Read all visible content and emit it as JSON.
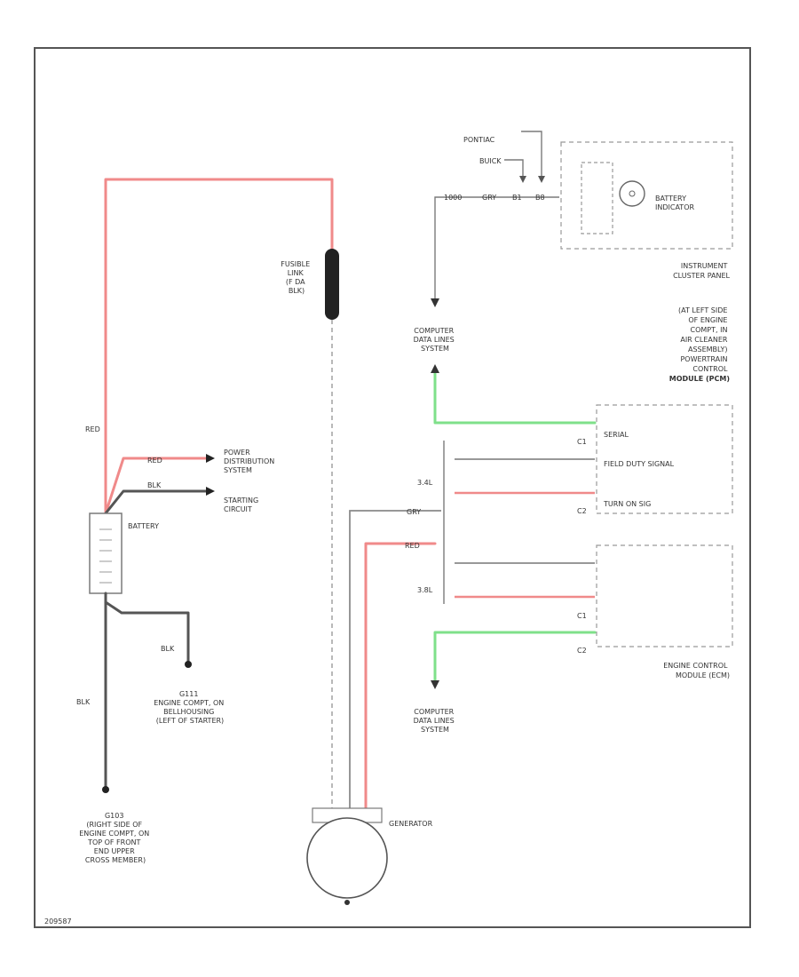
{
  "labels": {
    "pontiac": "PONTIAC",
    "buick": "BUICK",
    "battery_indicator": [
      "BATTERY",
      "INDICATOR"
    ],
    "instrument_cluster": [
      "INSTRUMENT",
      "CLUSTER PANEL"
    ],
    "fusible_link": [
      "FUSIBLE",
      "LINK",
      "(F DA",
      "BLK)"
    ],
    "red_left": "RED",
    "red_short": "RED",
    "blk_short": "BLK",
    "power_dist": [
      "POWER",
      "DISTRIBUTION",
      "SYSTEM"
    ],
    "starting": [
      "STARTING",
      "CIRCUIT"
    ],
    "battery": "BATTERY",
    "blk_g111": "BLK",
    "g111": [
      "G111",
      "ENGINE COMPT, ON",
      "BELLHOUSING",
      "(LEFT OF STARTER)"
    ],
    "blk_left": "BLK",
    "g103": [
      "G103",
      "(RIGHT SIDE OF",
      "ENGINE COMPT, ON",
      "TOP OF FRONT",
      "END UPPER",
      "CROSS MEMBER)"
    ],
    "computer_top": [
      "COMPUTER",
      "DATA LINES",
      "SYSTEM"
    ],
    "computer_bottom": [
      "COMPUTER",
      "DATA LINES",
      "SYSTEM"
    ],
    "pcm_location": [
      "(AT LEFT SIDE",
      "OF ENGINE",
      "COMPT, IN",
      "AIR CLEANER",
      "ASSEMBLY)",
      "POWERTRAIN",
      "CONTROL",
      "MODULE (PCM)"
    ],
    "serial": "SERIAL",
    "field_duty": "FIELD DUTY SIGNAL",
    "turn_on": "TURN ON SIG",
    "c1a": "C1",
    "c2a": "C2",
    "c1b": "C1",
    "c2b": "C2",
    "l34": "3.4L",
    "l38": "3.8L",
    "gry_gen": "GRY",
    "red_gen": "RED",
    "generator": "GENERATOR",
    "ecm": [
      "ENGINE CONTROL",
      "MODULE (ECM)"
    ],
    "fig_id": "209587"
  },
  "colors": {
    "red_wire": "#f08a8a",
    "green_wire": "#7fe08a",
    "gray_wire": "#555555",
    "frame": "#555555"
  }
}
